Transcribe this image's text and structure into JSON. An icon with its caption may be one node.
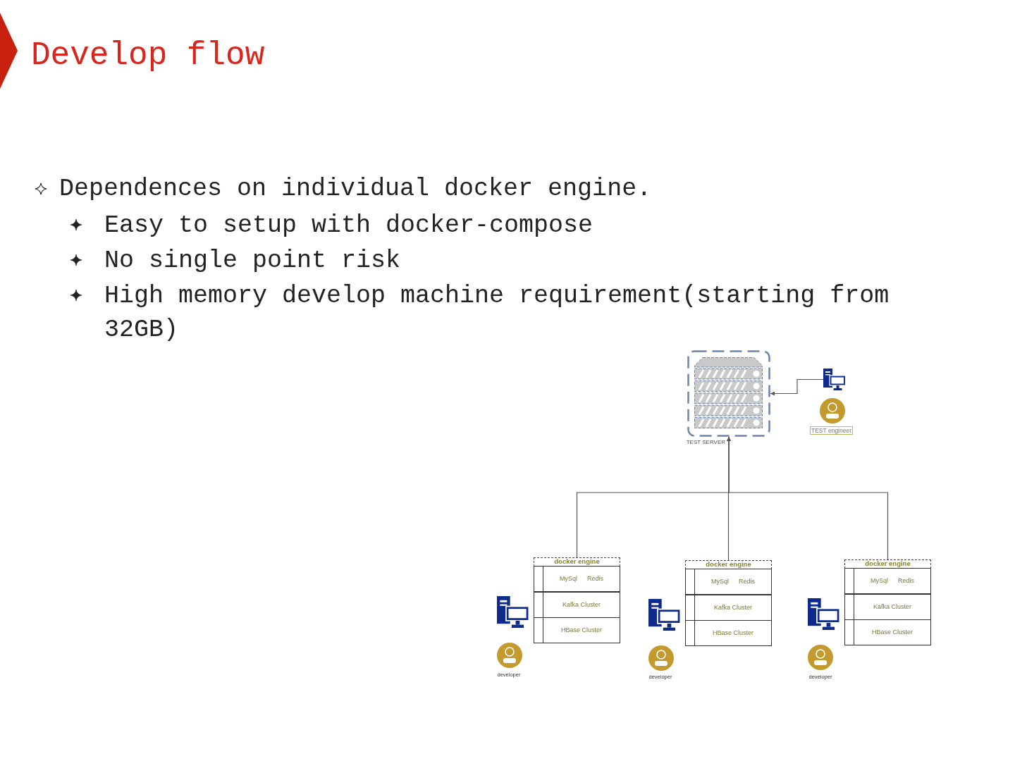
{
  "diagram": {
    "title": "Develop flow",
    "nodes": [
      {
        "text": [
          "TEST SERVER"
        ]
      },
      {
        "text": [],
        "shape": "picture"
      },
      {
        "text": [
          "TEST engineer"
        ]
      },
      {
        "text": [
          "docker engine"
        ]
      },
      {
        "text": [
          "MySql",
          "Redis"
        ],
        "in": 3
      },
      {
        "text": [
          "Kafka Cluster"
        ],
        "in": 3
      },
      {
        "text": [
          "HBase Cluster"
        ],
        "in": 3
      },
      {
        "text": [
          "docker engine"
        ]
      },
      {
        "text": [
          "MySql",
          "Redis"
        ],
        "in": 7
      },
      {
        "text": [
          "Kafka Cluster"
        ],
        "in": 7
      },
      {
        "text": [
          "HBase Cluster"
        ],
        "in": 7
      },
      {
        "text": [
          "docker engine"
        ]
      },
      {
        "text": [
          "MySql",
          "Redis"
        ],
        "in": 11
      },
      {
        "text": [
          "Kafka Cluster"
        ],
        "in": 11
      },
      {
        "text": [
          "HBase Cluster"
        ],
        "in": 11
      }
    ],
    "edges": [
      {
        "from": 1,
        "to": 0,
        "arrow": "to"
      },
      {
        "from": 3,
        "to": 0,
        "arrow": "to"
      },
      {
        "from": 7,
        "to": 0,
        "arrow": "to"
      },
      {
        "from": 11,
        "to": 0,
        "arrow": "to"
      }
    ],
    "labels": [
      "Dependences on individual docker engine.",
      "Easy to setup with docker-compose",
      "No single point risk",
      "High memory develop machine requirement(starting from 32GB)",
      "developer",
      "developer",
      "developer"
    ]
  }
}
